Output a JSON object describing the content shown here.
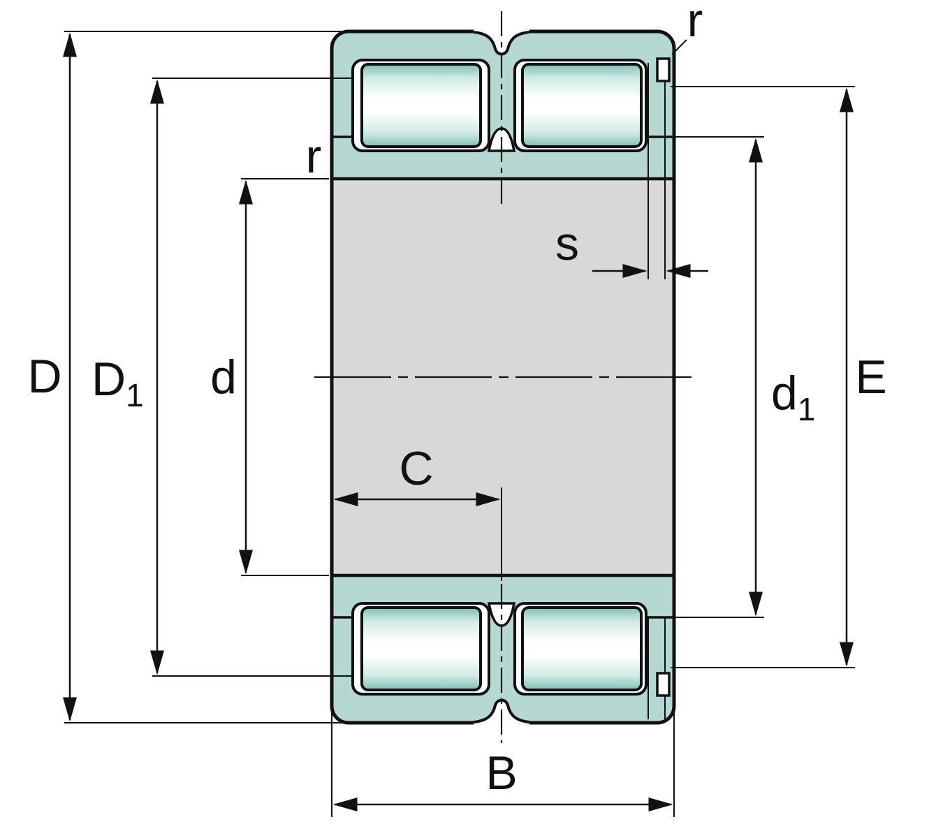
{
  "title": "Double-row cylindrical roller bearing cross-section dimension drawing",
  "labels": {
    "D": "D",
    "D1_base": "D",
    "D1_sub": "1",
    "d": "d",
    "d1_base": "d",
    "d1_sub": "1",
    "E": "E",
    "B": "B",
    "C": "C",
    "s": "s",
    "r_left": "r",
    "r_right": "r"
  },
  "colors": {
    "ring": "#b5d8d2",
    "roller_dark": "#7fbfb5",
    "roller_mid": "#d2eae5",
    "roller_light": "#ffffff",
    "bore": "#d8d8d8",
    "pocket": "#ffffff",
    "line": "#111111",
    "background": "#ffffff"
  }
}
